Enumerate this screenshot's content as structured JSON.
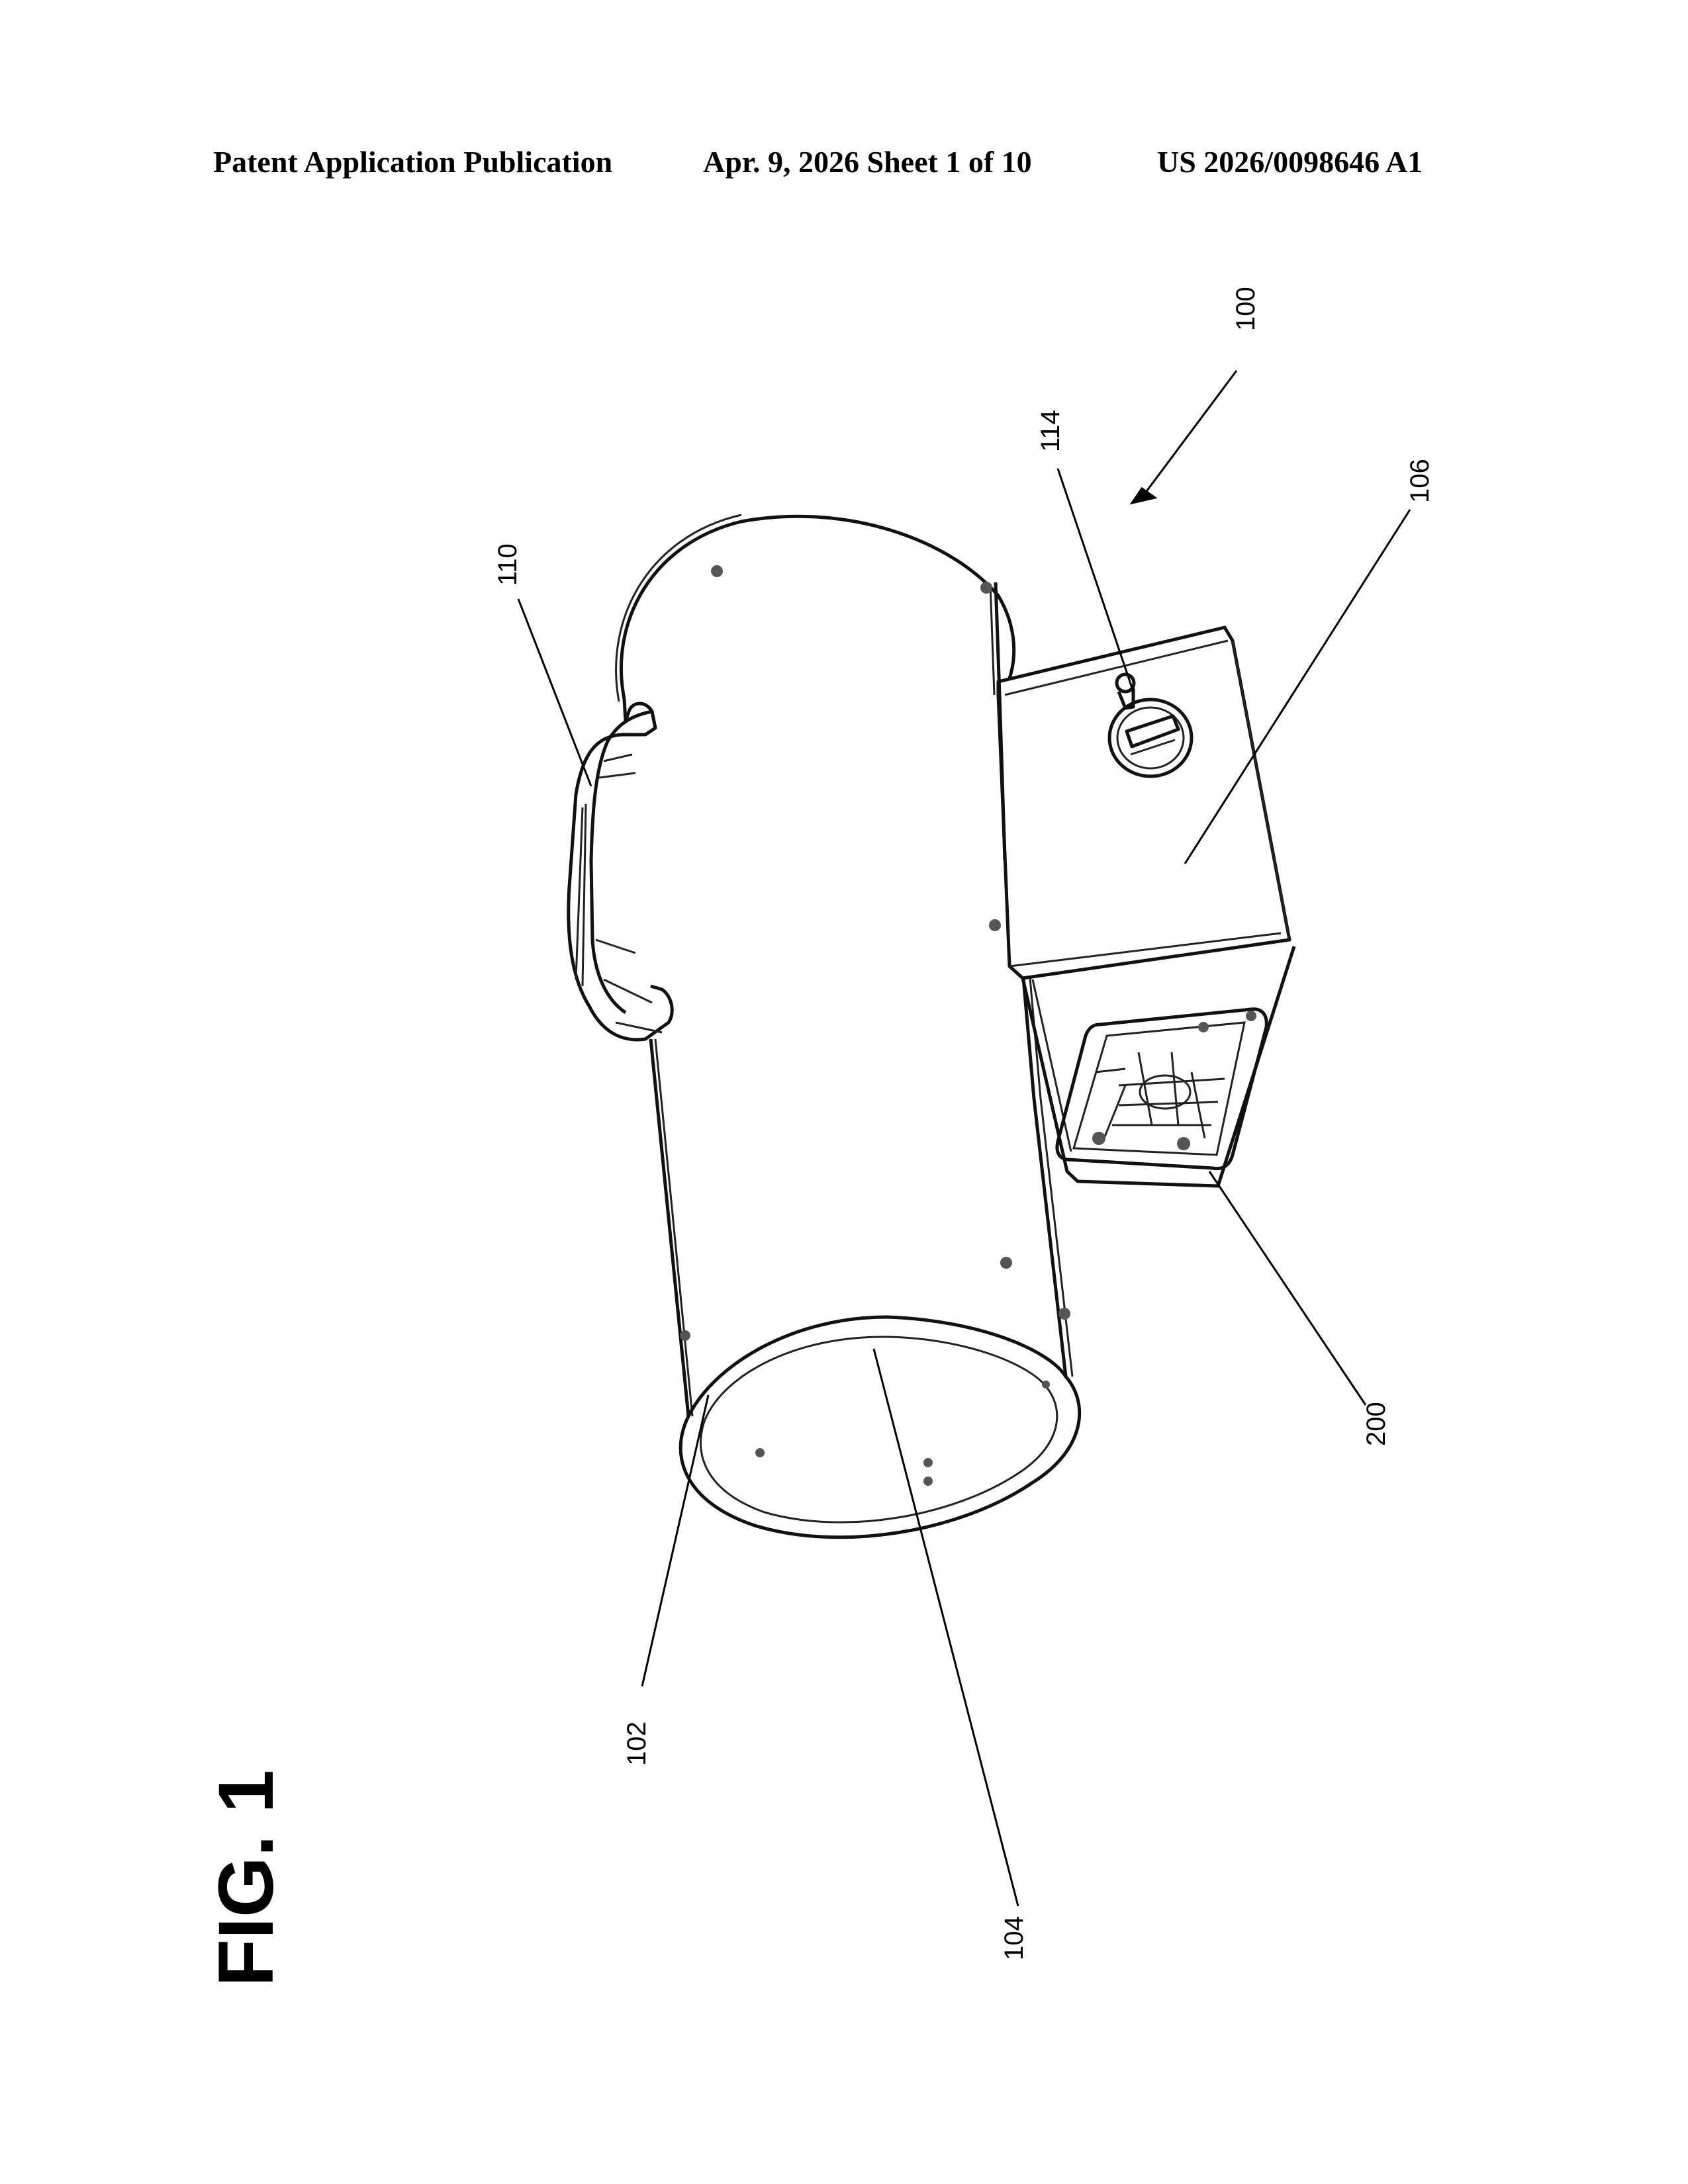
{
  "header": {
    "publication": "Patent Application Publication",
    "date_sheet": "Apr. 9, 2026   Sheet 1 of 10",
    "number": "US 2026/0098646 A1"
  },
  "figure": {
    "label": "FIG. 1",
    "refs": {
      "r100": "100",
      "r102": "102",
      "r104": "104",
      "r106": "106",
      "r110": "110",
      "r114": "114",
      "r200": "200"
    }
  }
}
